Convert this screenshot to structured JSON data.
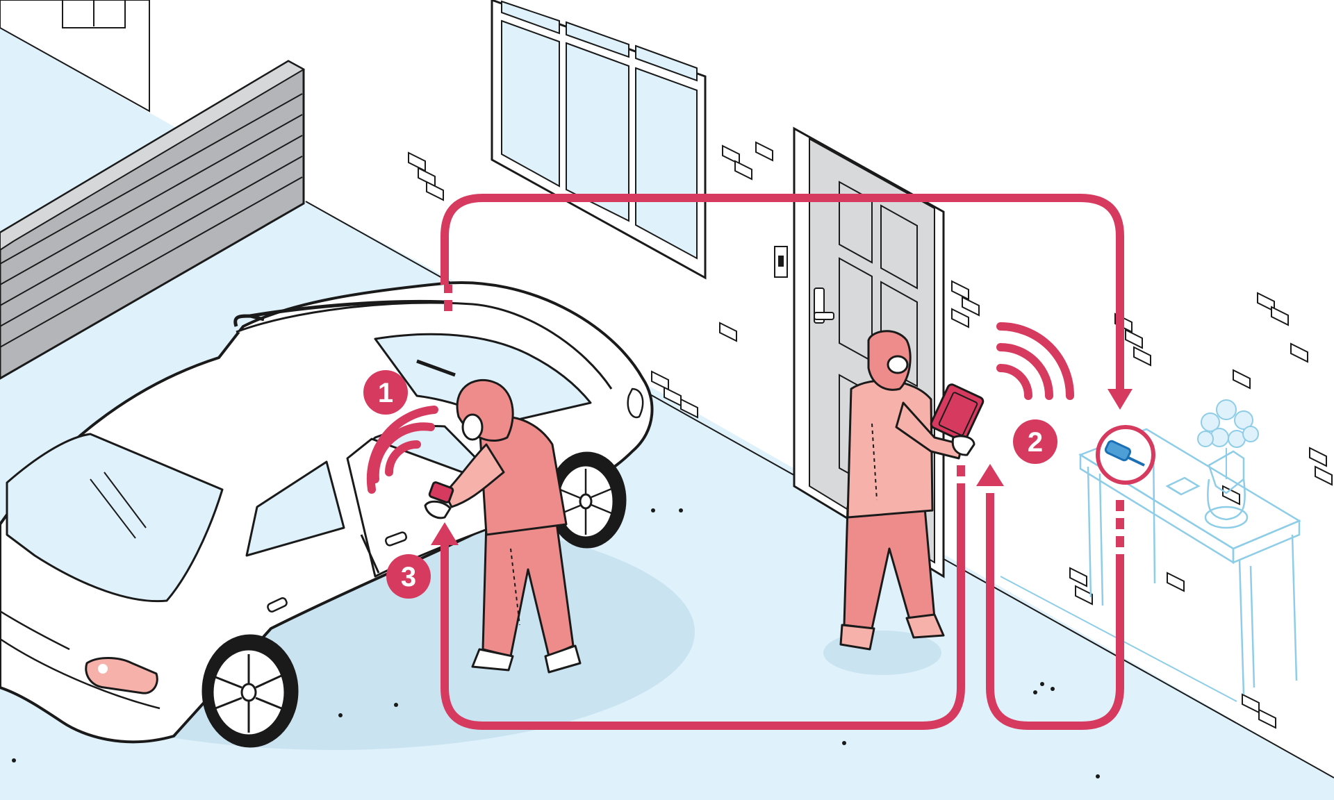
{
  "diagram": {
    "steps": [
      {
        "number": "1",
        "role": "car"
      },
      {
        "number": "2",
        "role": "relay"
      },
      {
        "number": "3",
        "role": "unlock"
      }
    ],
    "colors": {
      "accent": "#d63a5e",
      "floor": "#dff1fb",
      "wall": "#ffffff",
      "outline": "#1a1a1a",
      "suit": "#ee8c8c",
      "suit_light": "#f6b1aa",
      "device": "#d63a5e",
      "glass": "#dff1fb",
      "ghost_furniture": "#8ecde8",
      "garage": "#b3b5b8",
      "door": "#d8d9db"
    },
    "icons": [
      "wifi-signal-icon",
      "key-fob-icon",
      "tablet-device-icon",
      "smartphone-icon"
    ]
  }
}
